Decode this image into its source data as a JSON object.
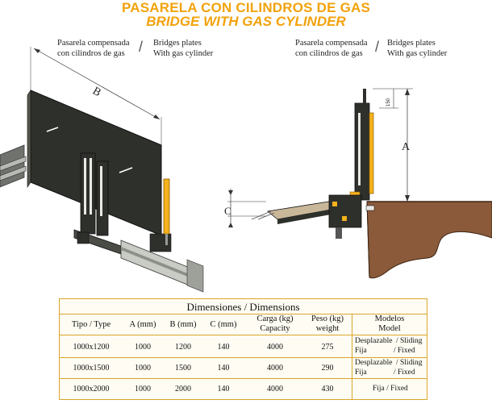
{
  "title": {
    "spanish": "PASARELA CON CILINDROS DE GAS",
    "english": "BRIDGE WITH GAS CYLINDER"
  },
  "left_caption": {
    "spanish_line1": "Pasarela compensada",
    "spanish_line2": "con cilindros de gas",
    "english_line1": "Bridges plates",
    "english_line2": "With gas cylinder"
  },
  "right_caption": {
    "spanish_line1": "Pasarela compensada",
    "spanish_line2": "con cilindros de gas",
    "english_line1": "Bridges plates",
    "english_line2": "With gas cylinder"
  },
  "drawing_labels": {
    "b": "B",
    "a": "A",
    "c": "C",
    "dim_150": "150"
  },
  "colors": {
    "title": "#f2a20b",
    "steel": "#2e302c",
    "accent": "#f5b21c",
    "ground": "#8a5a3a",
    "table_border": "#d9a52a"
  },
  "table": {
    "title": "Dimensiones / Dimensions",
    "headers": {
      "type": "Tipo / Type",
      "a": "A (mm)",
      "b": "B (mm)",
      "c": "C (mm)",
      "load_line1": "Carga (kg)",
      "load_line2": "Capacity",
      "weight_line1": "Peso (kg)",
      "weight_line2": "weight",
      "model_line1": "Modelos",
      "model_line2": "Model"
    },
    "rows": [
      {
        "type": "1000x1200",
        "a": "1000",
        "b": "1200",
        "c": "140",
        "load": "4000",
        "weight": "275",
        "model_line1_left": "Desplazable",
        "model_line1_right": "/ Sliding",
        "model_line2_left": "Fija",
        "model_line2_right": "/ Fixed"
      },
      {
        "type": "1000x1500",
        "a": "1000",
        "b": "1500",
        "c": "140",
        "load": "4000",
        "weight": "290",
        "model_line1_left": "Desplazable",
        "model_line1_right": "/ Sliding",
        "model_line2_left": "Fija",
        "model_line2_right": "/ Fixed"
      },
      {
        "type": "1000x2000",
        "a": "1000",
        "b": "2000",
        "c": "140",
        "load": "4000",
        "weight": "430",
        "model_single": "Fija / Fixed"
      }
    ]
  }
}
